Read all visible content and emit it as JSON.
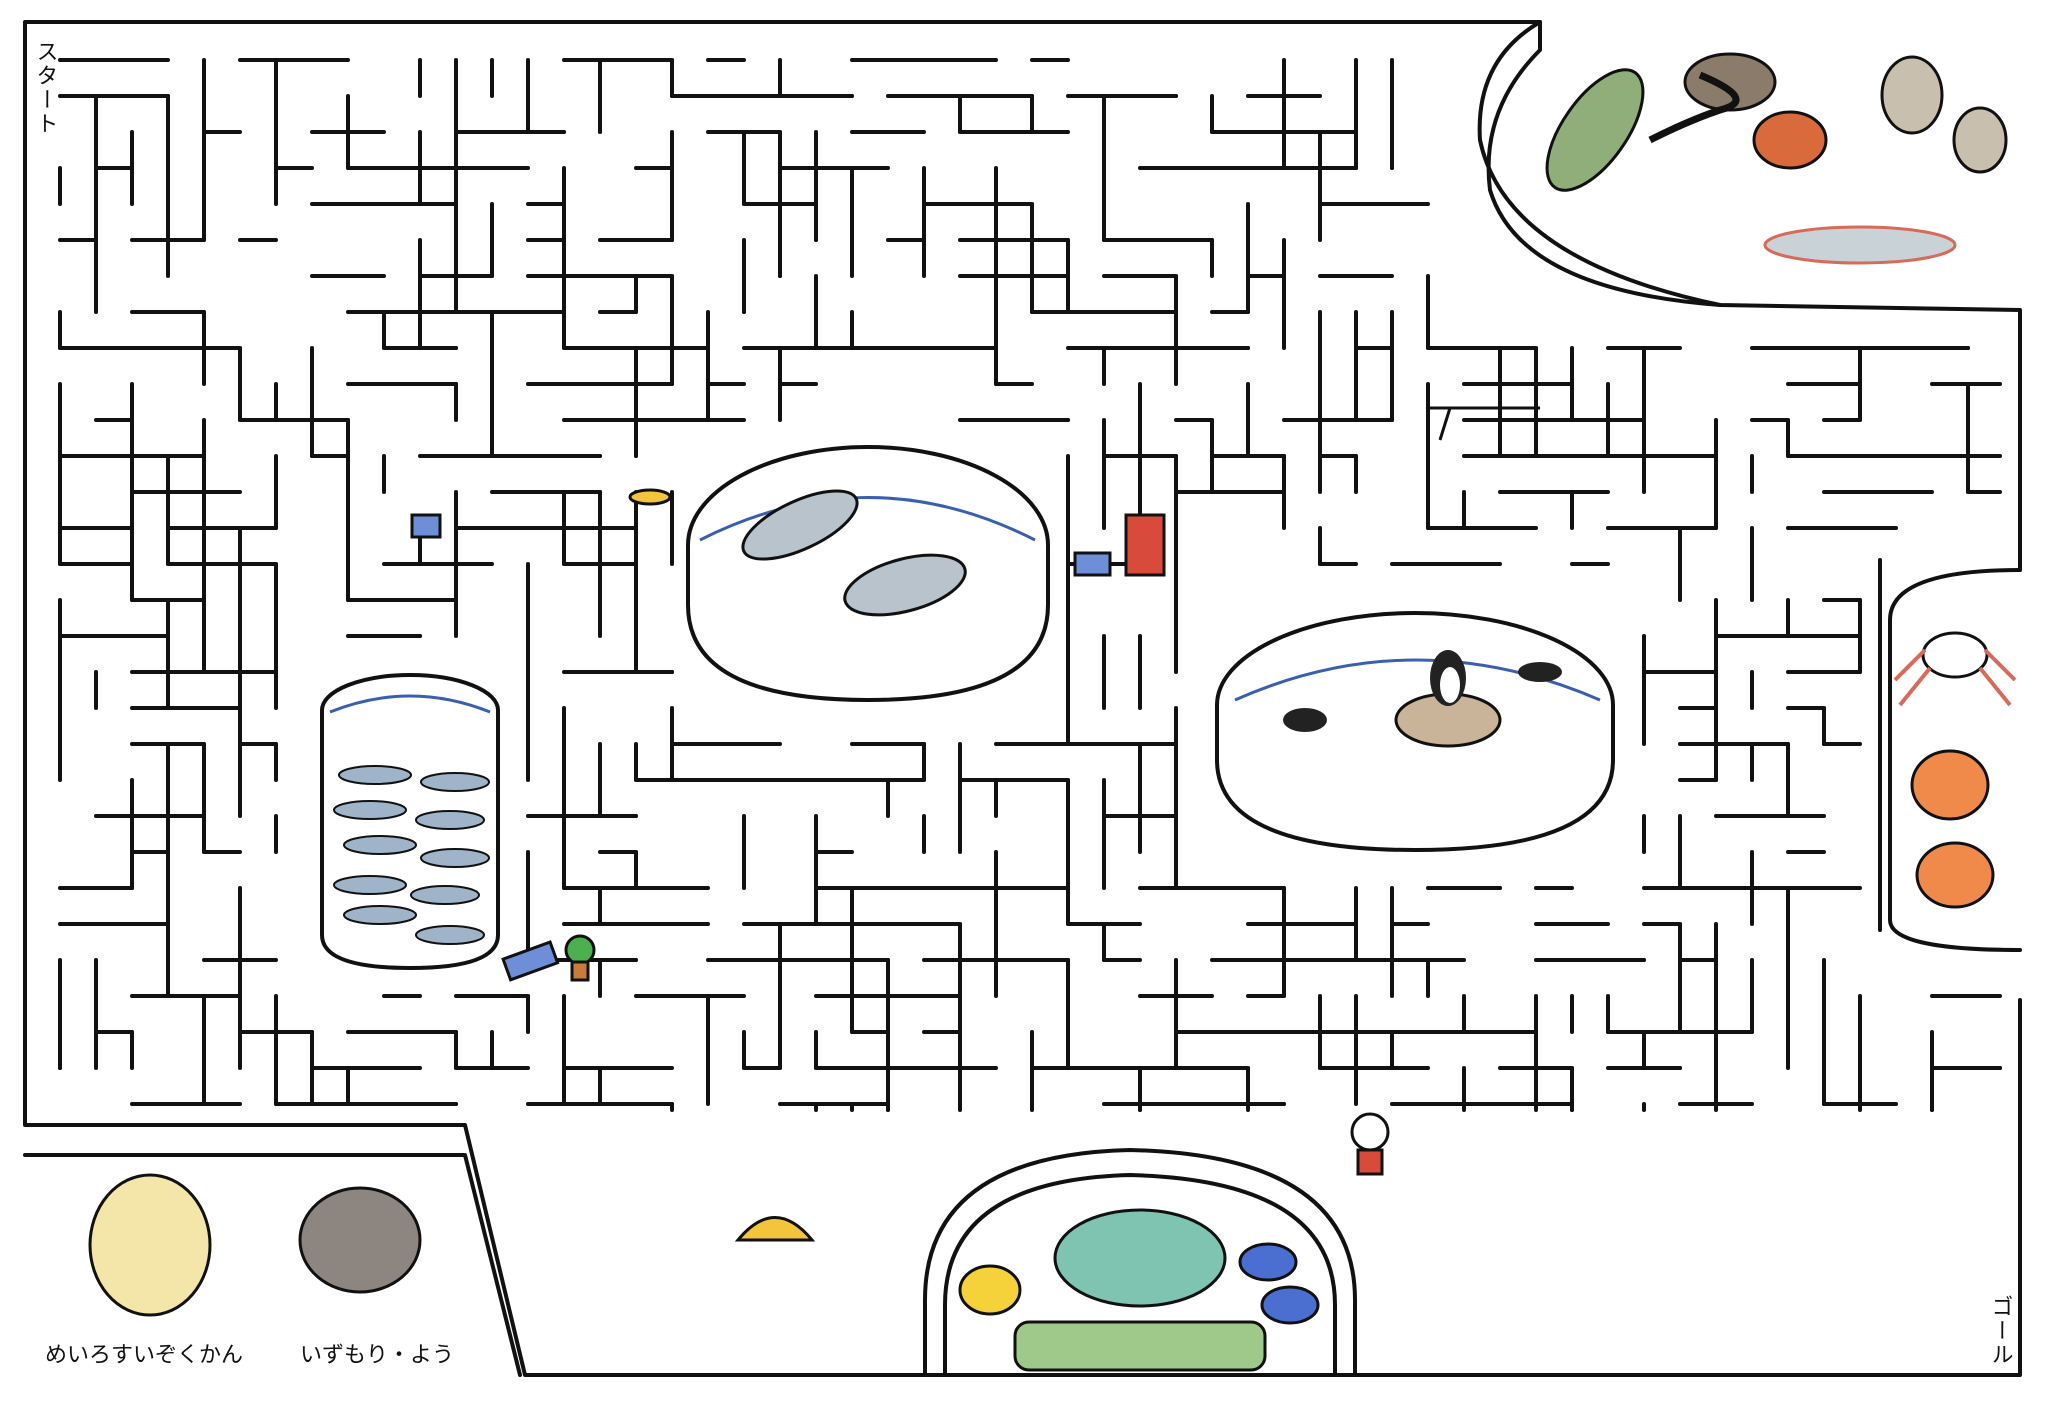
{
  "labels": {
    "start": "スタート",
    "goal": "ゴール",
    "credit_museum": "めいろすいぞくかん",
    "credit_author": "いずもり・よう"
  },
  "colors": {
    "wall": "#111111",
    "water_line": "#3a5fb0",
    "seal": "#b9c3cc",
    "penguin_rock": "#c9b49a",
    "sardine": "#9fb3c9",
    "whale_shark": "#f3e6a8",
    "grouper": "#8d8580",
    "napoleon_fish": "#7fc4b0",
    "orange_fish": "#f08a4b",
    "blue_fish": "#4a6fd0",
    "yellow_fish": "#f5d23a",
    "grass": "#9ec98a",
    "vending_machine": "#d84a3a",
    "umbrella_a": "#e04a3a",
    "umbrella_b": "#f2c53d",
    "umbrella_c": "#4caf50",
    "arowana": "#c9d2d6",
    "lungfish": "#8fae7a"
  },
  "icons": [
    "arapaima-icon",
    "turtle-icon",
    "eel-icon",
    "piranha-icon",
    "arowana-icon",
    "whale-shark-icon",
    "grouper-icon",
    "seal-icon",
    "penguin-icon",
    "sardine-icon",
    "crab-icon",
    "goldfish-icon",
    "napoleon-fish-icon",
    "butterfly-fish-icon",
    "blue-fish-icon",
    "bench-icon",
    "chair-icon",
    "table-icon",
    "vending-machine-icon",
    "plant-icon",
    "umbrella-icon",
    "gumball-machine-icon",
    "skeleton-icon"
  ]
}
